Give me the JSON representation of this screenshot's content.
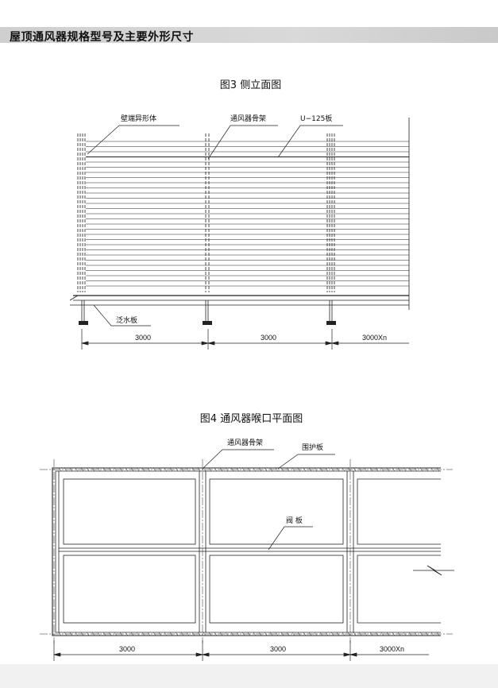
{
  "header": {
    "title": "屋顶通风器规格型号及主要外形尺寸"
  },
  "fig3": {
    "title": "图3 侧立面图",
    "labels": {
      "wall_end": "壁端异形体",
      "frame": "通风器骨架",
      "panel": "U−125板",
      "flashing": "泛水板"
    },
    "dims": [
      "3000",
      "3000",
      "3000Xn"
    ]
  },
  "fig4": {
    "title": "图4 通风器喉口平面图",
    "labels": {
      "frame": "通风器骨架",
      "guard": "围护板",
      "valve": "阀 板"
    },
    "dims": [
      "3000",
      "3000",
      "3000Xn"
    ]
  }
}
